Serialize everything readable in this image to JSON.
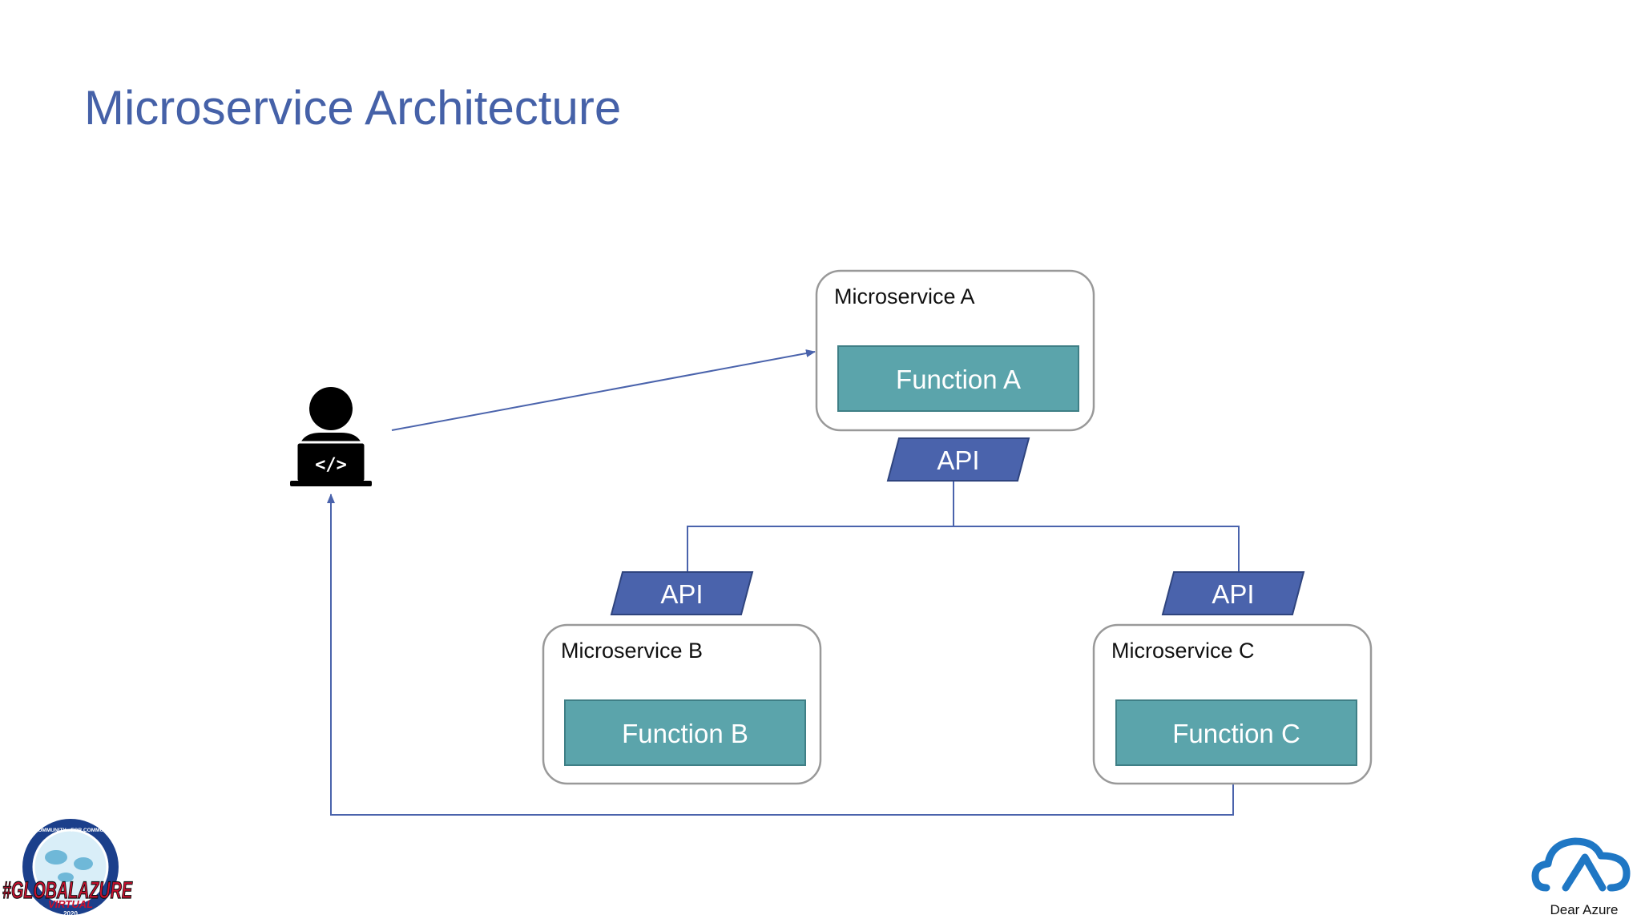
{
  "slide": {
    "title": "Microservice Architecture"
  },
  "diagram": {
    "nodes": {
      "microservice_a": {
        "label": "Microservice A",
        "function_label": "Function A"
      },
      "microservice_b": {
        "label": "Microservice B",
        "function_label": "Function B"
      },
      "microservice_c": {
        "label": "Microservice C",
        "function_label": "Function C"
      },
      "api_a": {
        "label": "API"
      },
      "api_b": {
        "label": "API"
      },
      "api_c": {
        "label": "API"
      },
      "developer": {
        "icon": "developer-laptop-icon",
        "code_glyph": "</>"
      }
    },
    "edges": [
      {
        "from": "developer",
        "to": "microservice_a",
        "style": "arrow"
      },
      {
        "from": "api_a",
        "to": "api_b",
        "style": "line"
      },
      {
        "from": "api_a",
        "to": "api_c",
        "style": "line"
      },
      {
        "from": "microservice_c",
        "to": "developer",
        "style": "arrow"
      }
    ]
  },
  "colors": {
    "title": "#4561a8",
    "api_fill": "#4a63ac",
    "function_fill": "#5ba4ab",
    "connector": "#4a63ac",
    "box_border": "#999999"
  },
  "logos": {
    "global_azure": {
      "ring_text": "BY COMMUNITY · FOR COMMUNITY",
      "main_text": "#GLOBALAZURE",
      "sub_text": "VIRTUAL",
      "year": "2020"
    },
    "dear_azure": {
      "text": "Dear Azure"
    }
  }
}
